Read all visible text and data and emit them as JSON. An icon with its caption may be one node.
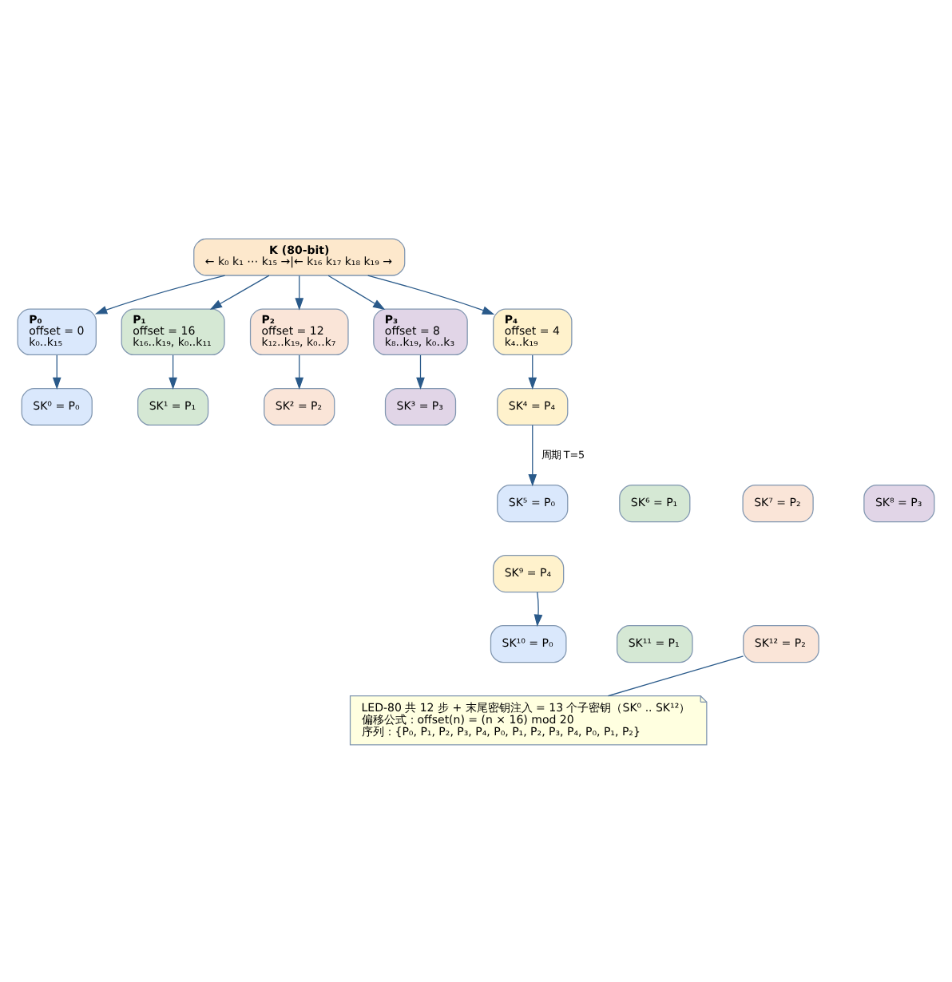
{
  "diagram": {
    "nodes": [
      {
        "text": [
          "K (80-bit)",
          "← k₀ k₁ ⋯ k₁₅ →|← k₁₆ k₁₇ k₁₈ k₁₉ →"
        ]
      },
      {
        "text": [
          "P₀",
          "offset = 0",
          "k₀..k₁₅"
        ]
      },
      {
        "text": [
          "P₁",
          "offset = 16",
          "k₁₆..k₁₉, k₀..k₁₁"
        ]
      },
      {
        "text": [
          "P₂",
          "offset = 12",
          "k₁₂..k₁₉, k₀..k₇"
        ]
      },
      {
        "text": [
          "P₃",
          "offset = 8",
          "k₈..k₁₉, k₀..k₃"
        ]
      },
      {
        "text": [
          "P₄",
          "offset = 4",
          "k₄..k₁₉"
        ]
      },
      {
        "text": [
          "SK⁰ = P₀"
        ]
      },
      {
        "text": [
          "SK¹ = P₁"
        ]
      },
      {
        "text": [
          "SK² = P₂"
        ]
      },
      {
        "text": [
          "SK³ = P₃"
        ]
      },
      {
        "text": [
          "SK⁴ = P₄"
        ]
      },
      {
        "text": [
          "SK⁵ = P₀"
        ]
      },
      {
        "text": [
          "SK⁶ = P₁"
        ]
      },
      {
        "text": [
          "SK⁷ = P₂"
        ]
      },
      {
        "text": [
          "SK⁸ = P₃"
        ]
      },
      {
        "text": [
          "SK⁹ = P₄"
        ]
      },
      {
        "text": [
          "SK¹⁰ = P₀"
        ]
      },
      {
        "text": [
          "SK¹¹ = P₁"
        ]
      },
      {
        "text": [
          "SK¹² = P₂"
        ]
      },
      {
        "text": [
          "LED-80 共 12 步 + 末尾密钥注入 = 13 个子密钥（SK⁰ .. SK¹²）",
          "偏移公式：offset(n) = (n × 16) mod 20",
          "序列：{P₀, P₁, P₂, P₃, P₄, P₀, P₁, P₂, P₃, P₄, P₀, P₁, P₂}"
        ]
      }
    ],
    "edges": [
      {
        "from": 0,
        "to": 1,
        "arrow": "to"
      },
      {
        "from": 0,
        "to": 2,
        "arrow": "to"
      },
      {
        "from": 0,
        "to": 3,
        "arrow": "to"
      },
      {
        "from": 0,
        "to": 4,
        "arrow": "to"
      },
      {
        "from": 0,
        "to": 5,
        "arrow": "to"
      },
      {
        "from": 1,
        "to": 6,
        "arrow": "to"
      },
      {
        "from": 2,
        "to": 7,
        "arrow": "to"
      },
      {
        "from": 3,
        "to": 8,
        "arrow": "to"
      },
      {
        "from": 4,
        "to": 9,
        "arrow": "to"
      },
      {
        "from": 5,
        "to": 10,
        "arrow": "to"
      },
      {
        "from": 10,
        "to": 11,
        "arrow": "to",
        "label": "周期 T=5"
      },
      {
        "from": 15,
        "to": 16,
        "arrow": "to"
      },
      {
        "from": 18,
        "to": 19,
        "arrow": "none"
      }
    ]
  }
}
